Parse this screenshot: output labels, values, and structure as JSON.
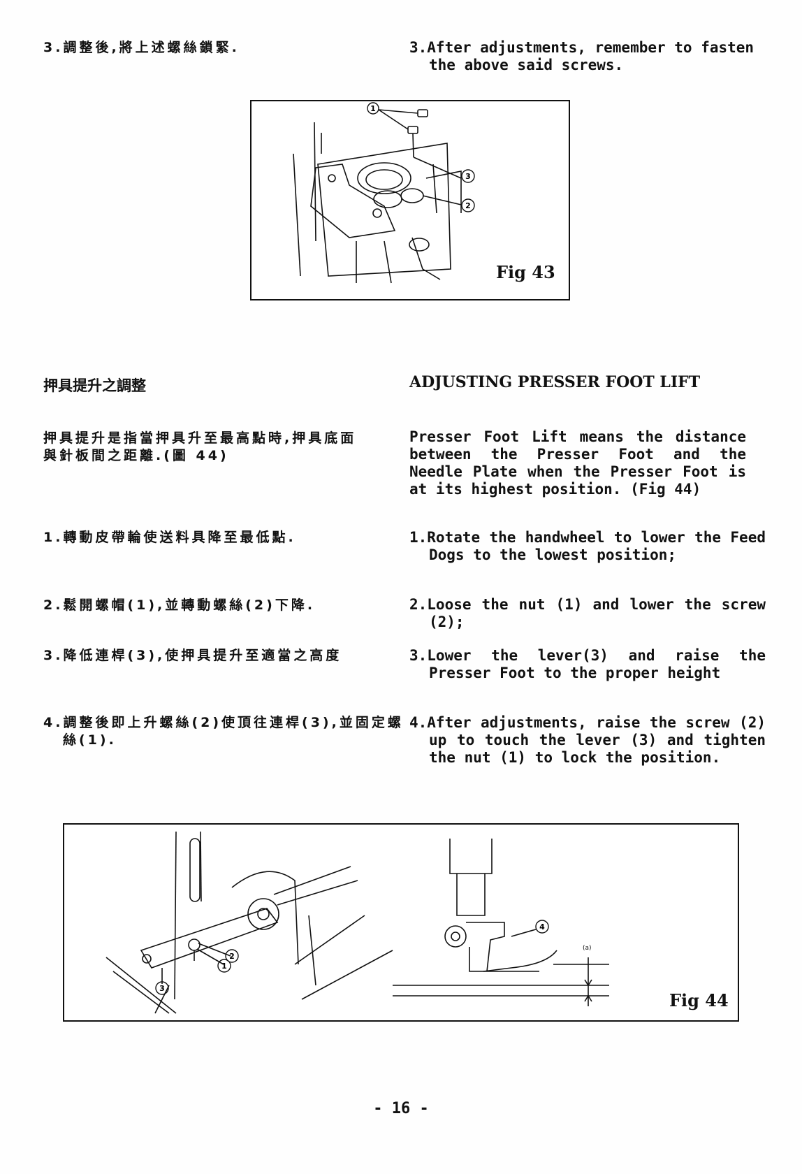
{
  "top": {
    "zh_step3": "3.調整後,將上述螺絲鎖緊.",
    "en_step3": "3.After adjustments, remember to fasten the above said screws."
  },
  "fig43": {
    "label": "Fig 43",
    "callouts": [
      "①",
      "②",
      "③"
    ]
  },
  "section": {
    "heading_zh": "押具提升之調整",
    "heading_en": "ADJUSTING PRESSER FOOT LIFT",
    "intro_zh": "押具提升是指當押具升至最高點時,押具底面與針板間之距離.(圖 44)",
    "intro_en": "Presser Foot Lift means the distance between the Presser Foot and the Needle Plate when the Presser Foot is at its highest position. (Fig 44)",
    "steps_zh": [
      "1.轉動皮帶輪使送料具降至最低點.",
      "2.鬆開螺帽(1),並轉動螺絲(2)下降.",
      "3.降低連桿(3),使押具提升至適當之高度",
      "4.調整後即上升螺絲(2)使頂往連桿(3),並固定螺絲(1)."
    ],
    "steps_en": [
      "1.Rotate the handwheel to lower the Feed Dogs to the lowest position;",
      "2.Loose the nut (1) and lower the screw (2);",
      "3.Lower the lever(3) and raise the Presser Foot to the proper height",
      "4.After adjustments, raise the screw (2) up to touch the lever (3) and tighten the nut (1) to lock the position."
    ]
  },
  "fig44": {
    "label": "Fig 44",
    "callouts": [
      "①",
      "②",
      "③",
      "④"
    ],
    "dimension": "(a)"
  },
  "page_number": "- 16 -"
}
